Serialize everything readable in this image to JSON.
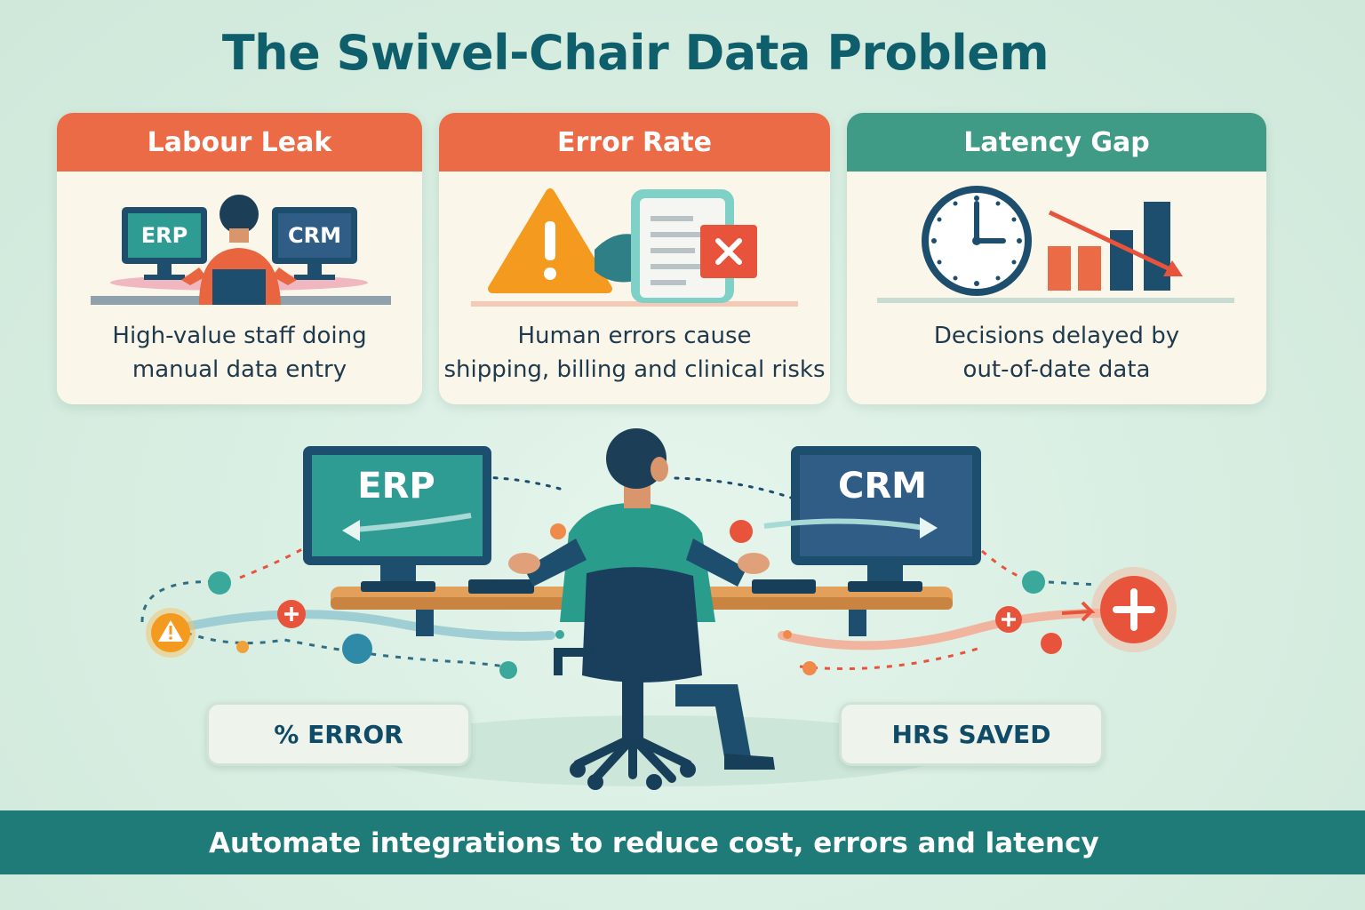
{
  "title": "The Swivel-Chair Data Problem",
  "cards": [
    {
      "heading": "Labour Leak",
      "lines": [
        "High-value staff doing",
        "manual data entry"
      ],
      "monitor_left": "ERP",
      "monitor_right": "CRM"
    },
    {
      "heading": "Error Rate",
      "lines": [
        "Human errors cause",
        "shipping, billing and clinical risks"
      ]
    },
    {
      "heading": "Latency Gap",
      "lines": [
        "Decisions delayed by",
        "out-of-date data"
      ]
    }
  ],
  "scene": {
    "monitor_left": "ERP",
    "monitor_right": "CRM"
  },
  "stats": {
    "error_label": "% ERROR",
    "hours_label": "HRS SAVED"
  },
  "footer": "Automate integrations to reduce cost, errors and latency",
  "colors": {
    "title": "#0f5e6b",
    "orange": "#ec6b47",
    "teal": "#3f9a86",
    "footer": "#1f7b78",
    "navy": "#1d4e6e"
  },
  "icons": [
    "person-icon",
    "monitor-icon",
    "warning-icon",
    "document-icon",
    "x-icon",
    "clock-icon",
    "bar-chart-icon",
    "trend-arrow-icon",
    "plus-icon",
    "chair-icon"
  ]
}
